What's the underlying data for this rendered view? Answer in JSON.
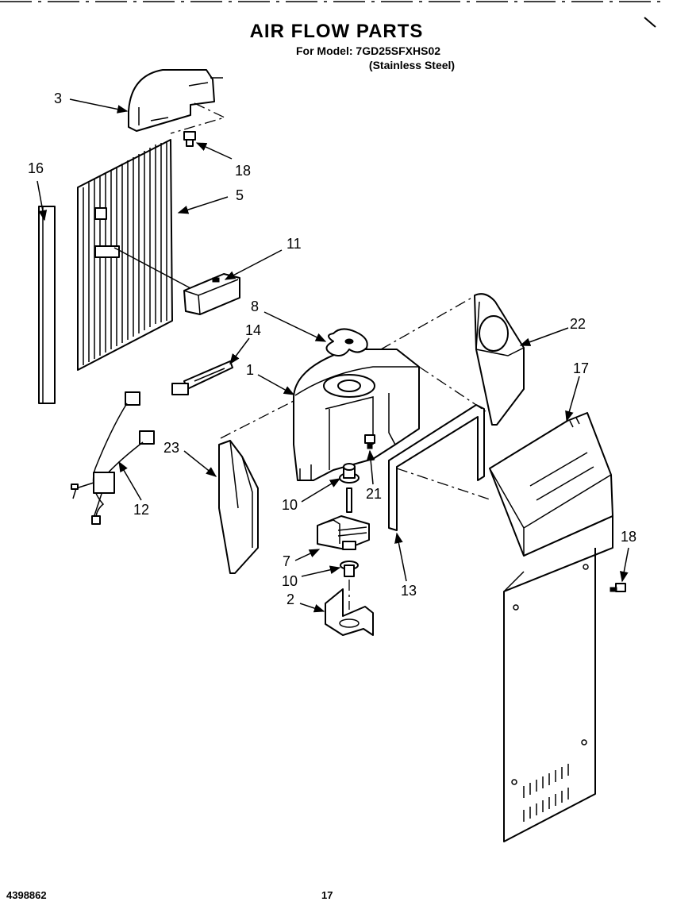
{
  "header": {
    "title": "AIR FLOW PARTS",
    "model_line": "For Model: 7GD25SFXHS02",
    "variant": "(Stainless Steel)"
  },
  "footer": {
    "document_number": "4398862",
    "page_number": "17"
  },
  "callouts": {
    "c3": "3",
    "c18a": "18",
    "c16": "16",
    "c5": "5",
    "c11": "11",
    "c8": "8",
    "c14": "14",
    "c1": "1",
    "c22": "22",
    "c17": "17",
    "c23": "23",
    "c12": "12",
    "c21": "21",
    "c10a": "10",
    "c7": "7",
    "c10b": "10",
    "c2": "2",
    "c13": "13",
    "c18b": "18"
  }
}
